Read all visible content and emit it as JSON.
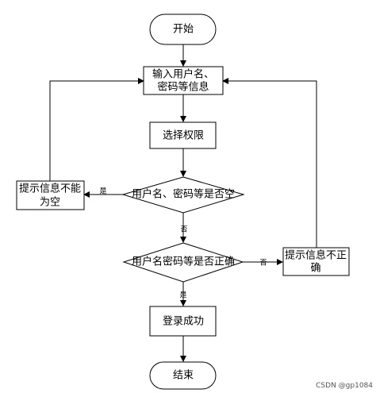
{
  "nodes": {
    "start": "开始",
    "input_line1": "输入用户名、",
    "input_line2": "密码等信息",
    "select": "选择权限",
    "check_empty": "用户名、密码等是否空",
    "empty_msg_line1": "提示信息不能",
    "empty_msg_line2": "为空",
    "check_correct": "用户名密码等是否正确",
    "incorrect_msg_line1": "提示信息不正",
    "incorrect_msg_line2": "确",
    "success": "登录成功",
    "end": "结束"
  },
  "edges": {
    "empty_yes": "是",
    "empty_no": "否",
    "correct_no": "否",
    "correct_yes": "是"
  },
  "watermark": "CSDN @gp1084"
}
